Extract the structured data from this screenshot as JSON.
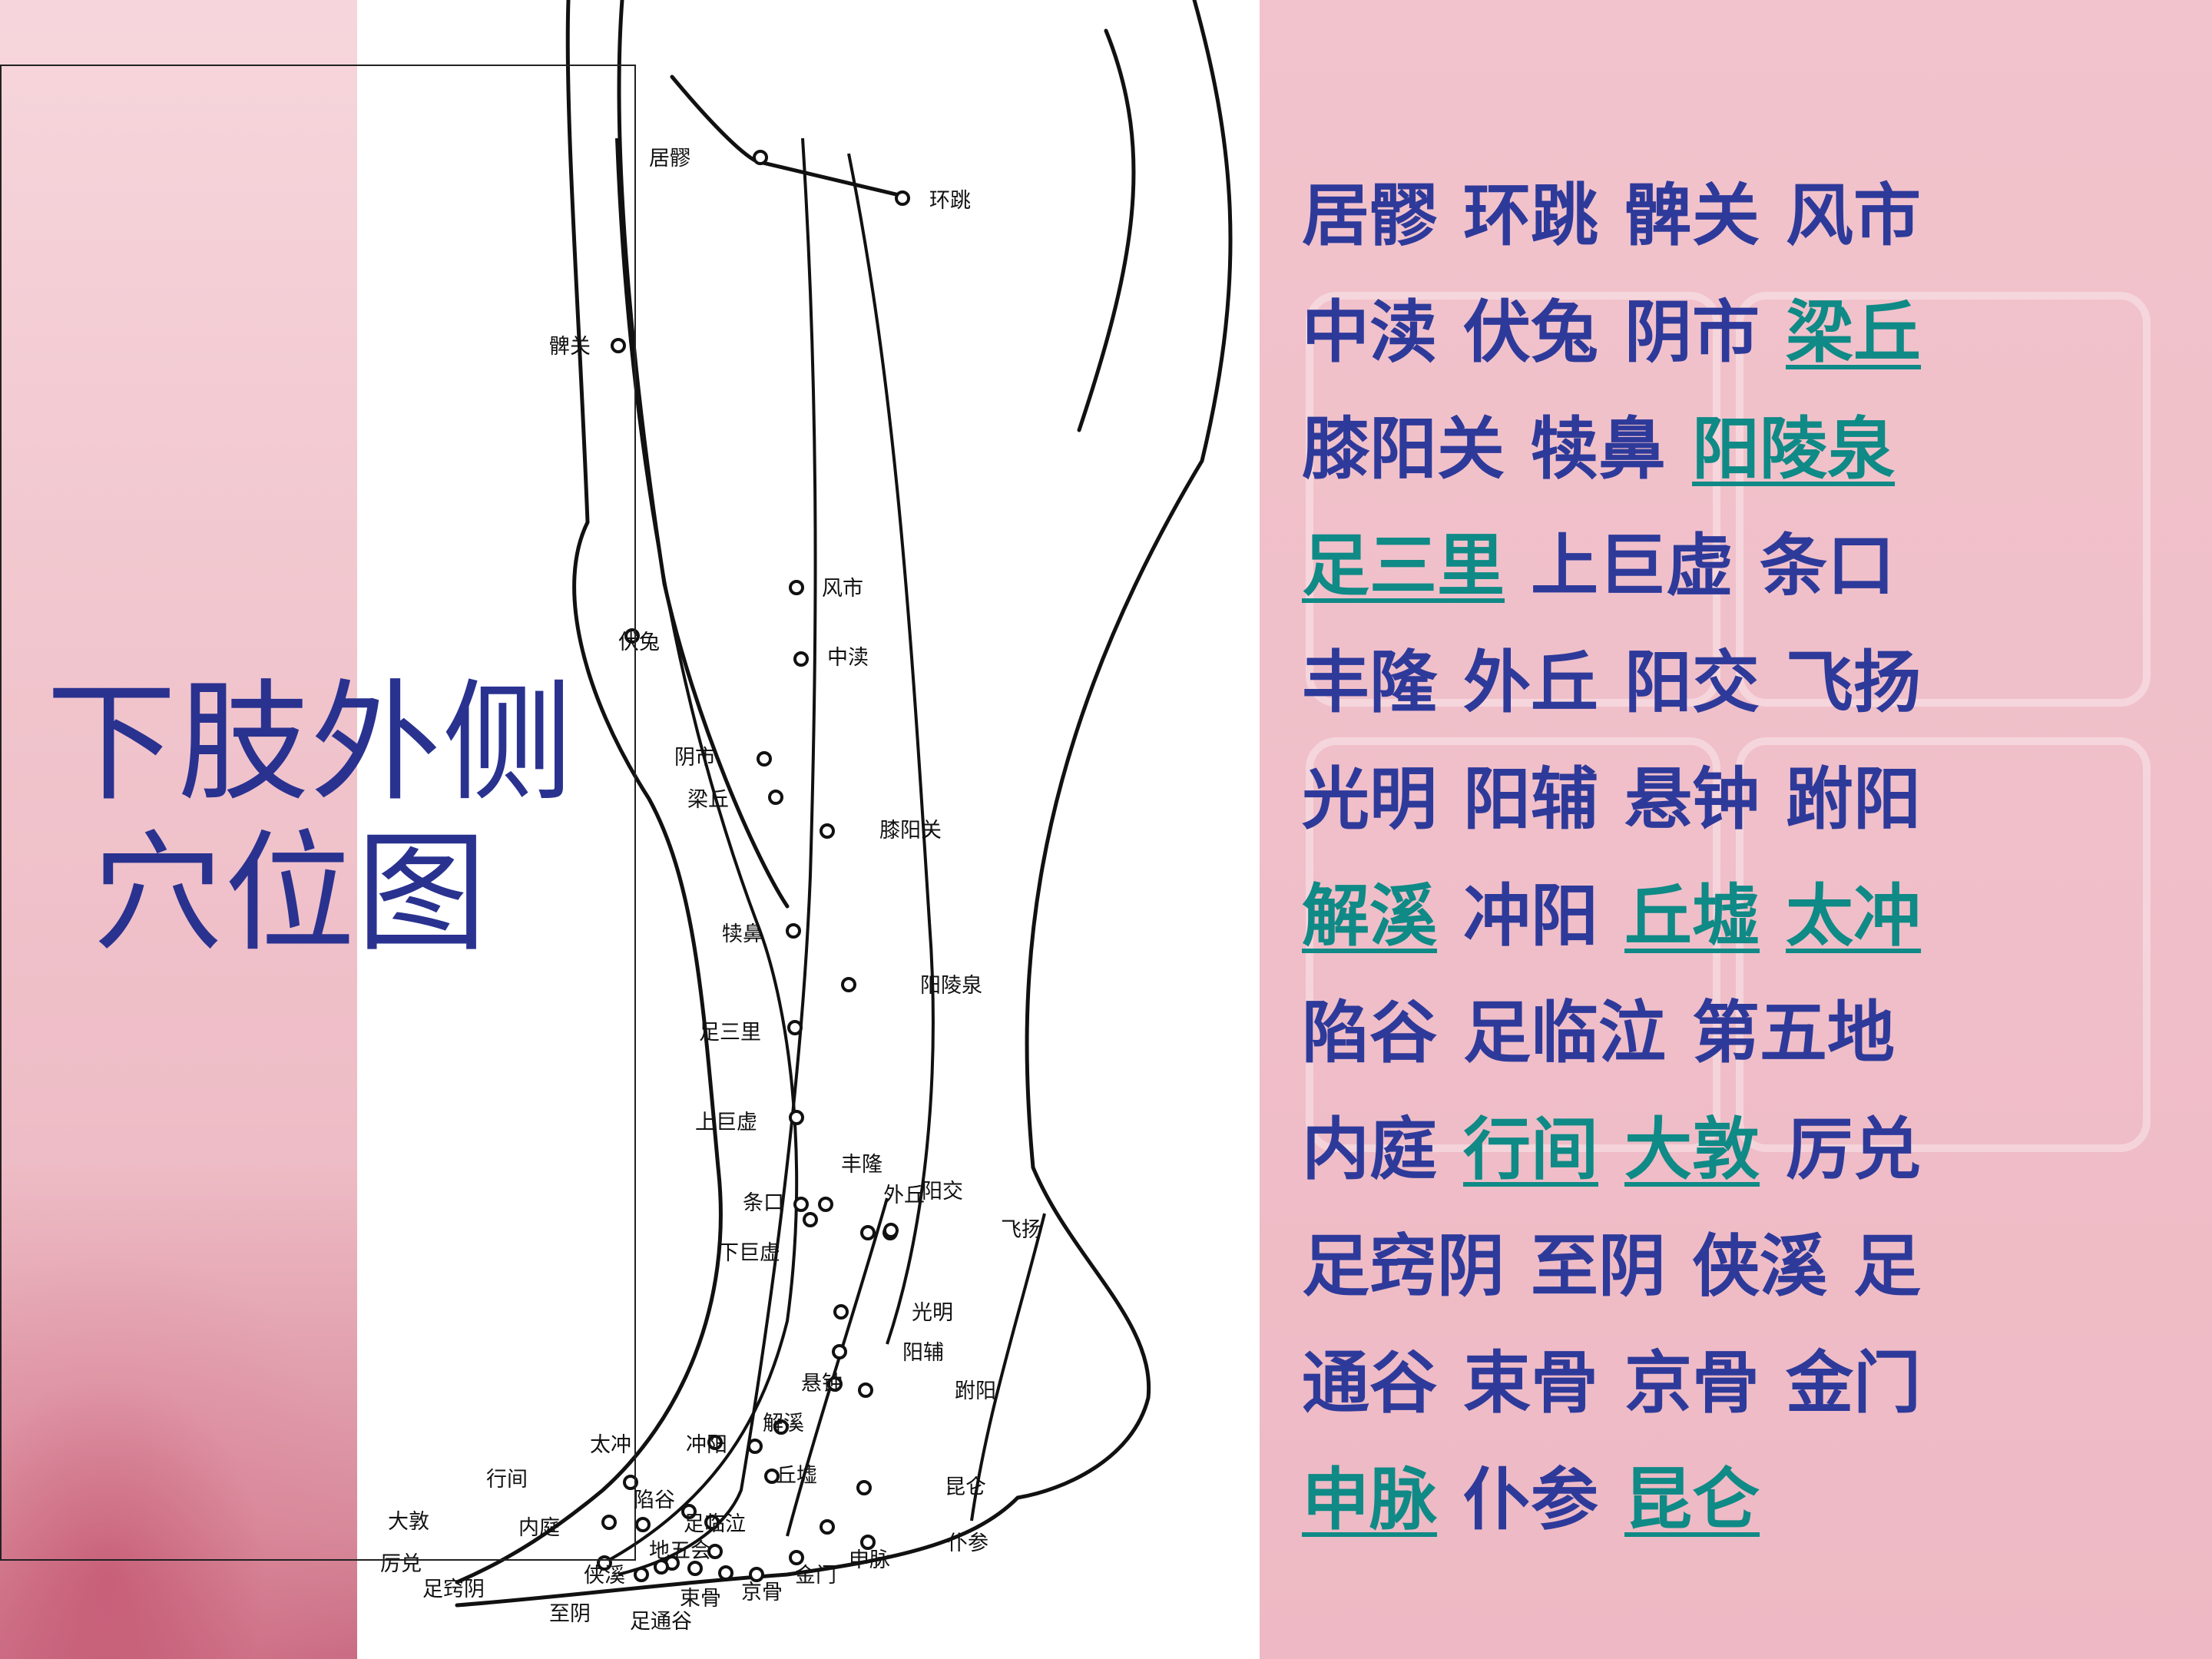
{
  "title": {
    "line1": "下肢外侧",
    "line2": "穴位图"
  },
  "point_lines": [
    [
      {
        "t": "居髎",
        "hl": false
      },
      {
        "t": "环跳",
        "hl": false
      },
      {
        "t": "髀关",
        "hl": false
      },
      {
        "t": "风市",
        "hl": false
      }
    ],
    [
      {
        "t": "中渎",
        "hl": false
      },
      {
        "t": "伏兔",
        "hl": false
      },
      {
        "t": "阴市",
        "hl": false
      },
      {
        "t": "梁丘",
        "hl": true
      }
    ],
    [
      {
        "t": "膝阳关",
        "hl": false
      },
      {
        "t": "犊鼻",
        "hl": false
      },
      {
        "t": "阳陵泉",
        "hl": true
      }
    ],
    [
      {
        "t": "足三里",
        "hl": true
      },
      {
        "t": "上巨虚",
        "hl": false
      },
      {
        "t": "条口",
        "hl": false
      }
    ],
    [
      {
        "t": "丰隆",
        "hl": false
      },
      {
        "t": "外丘",
        "hl": false
      },
      {
        "t": "阳交",
        "hl": false
      },
      {
        "t": "飞扬",
        "hl": false
      }
    ],
    [
      {
        "t": "光明",
        "hl": false
      },
      {
        "t": "阳辅",
        "hl": false
      },
      {
        "t": "悬钟",
        "hl": false
      },
      {
        "t": "跗阳",
        "hl": false
      }
    ],
    [
      {
        "t": "解溪",
        "hl": true
      },
      {
        "t": "冲阳",
        "hl": false
      },
      {
        "t": "丘墟",
        "hl": true
      },
      {
        "t": "太冲",
        "hl": true
      }
    ],
    [
      {
        "t": "陷谷",
        "hl": false
      },
      {
        "t": "足临泣",
        "hl": false
      },
      {
        "t": "第五地",
        "hl": false
      }
    ],
    [
      {
        "t": "内庭",
        "hl": false
      },
      {
        "t": "行间",
        "hl": true
      },
      {
        "t": "大敦",
        "hl": true
      },
      {
        "t": "厉兑",
        "hl": false
      }
    ],
    [
      {
        "t": "足窍阴",
        "hl": false
      },
      {
        "t": "至阴",
        "hl": false
      },
      {
        "t": "侠溪",
        "hl": false
      },
      {
        "t": "足",
        "hl": false
      }
    ],
    [
      {
        "t": "通谷",
        "hl": false
      },
      {
        "t": "束骨",
        "hl": false
      },
      {
        "t": "京骨",
        "hl": false
      },
      {
        "t": "金门",
        "hl": false
      }
    ],
    [
      {
        "t": "申脉",
        "hl": true
      },
      {
        "t": "仆参",
        "hl": false
      },
      {
        "t": "昆仑",
        "hl": true
      }
    ]
  ],
  "diagram_labels": {
    "juliao": "居髎",
    "huantiao": "环跳",
    "biguan": "髀关",
    "fengshi": "风市",
    "futu": "伏兔",
    "zhongdu": "中渎",
    "yinshi": "阴市",
    "liangqiu": "梁丘",
    "xiyangguan": "膝阳关",
    "dubi": "犊鼻",
    "yanglingquan": "阳陵泉",
    "zusanli": "足三里",
    "shangjuxu": "上巨虚",
    "tiaokou": "条口",
    "fenglong": "丰隆",
    "waiqiu": "外丘",
    "yangjiao": "阳交",
    "xiajuxu": "下巨虚",
    "feiyang": "飞扬",
    "guangming": "光明",
    "yangfu": "阳辅",
    "xuanzhong": "悬钟",
    "fuyang": "跗阳",
    "jiexi": "解溪",
    "chongyang": "冲阳",
    "taichong": "太冲",
    "qiuxu": "丘墟",
    "xingjian": "行间",
    "xiangu": "陷谷",
    "kunlun": "昆仑",
    "dadun": "大敦",
    "neiting": "内庭",
    "zulinqi": "足临泣",
    "diwuhui": "地五会",
    "lidui": "厉兑",
    "shenmai": "申脉",
    "jinmen": "金门",
    "pucan": "仆参",
    "zuqiaoyin": "足窍阴",
    "xiaxi": "侠溪",
    "jinggu": "京骨",
    "shugu": "束骨",
    "zhiyin": "至阴",
    "zutonggu": "足通谷"
  }
}
